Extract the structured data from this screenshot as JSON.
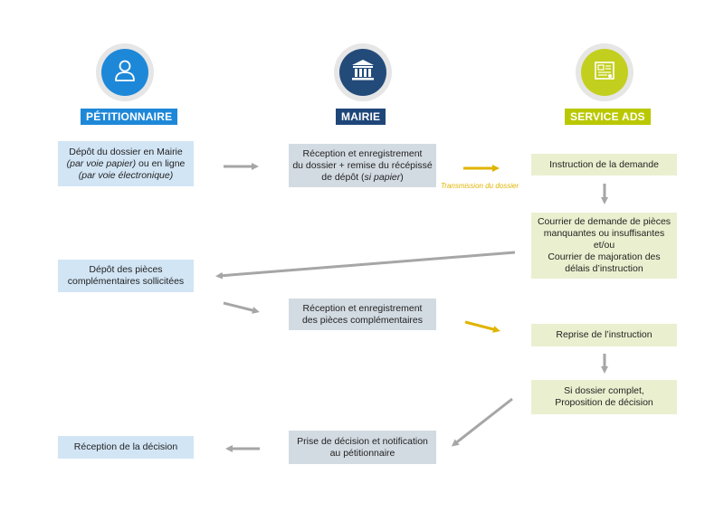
{
  "columns": [
    {
      "label": "PÉTITIONNAIRE",
      "icon": "person-icon",
      "color": "#1e88d8",
      "label_color": "#1e88d8"
    },
    {
      "label": "MAIRIE",
      "icon": "town-hall-icon",
      "color": "#234b7a",
      "label_color": "#1f4679"
    },
    {
      "label": "SERVICE ADS",
      "icon": "blueprint-icon",
      "color": "#c3cf1e",
      "label_color": "#b9c800"
    }
  ],
  "boxes": {
    "depot_dossier": {
      "l1": "Dépôt du dossier en Mairie",
      "l2a": "(par voie papier)",
      "l2b": " ou en ligne",
      "l3": "(par voie électronique)"
    },
    "reception_dossier": {
      "l1": "Réception et enregistrement",
      "l2": "du dossier + remise du récépissé",
      "l3a": "de dépôt (",
      "l3b": "si papier",
      "l3c": ")"
    },
    "instruction": {
      "l1": "Instruction de la demande"
    },
    "courrier": {
      "l1": "Courrier de demande de pièces",
      "l2": "manquantes ou insuffisantes",
      "l3": "et/ou",
      "l4": "Courrier de majoration des",
      "l5": "délais d’instruction"
    },
    "depot_pieces": {
      "l1": "Dépôt des pièces",
      "l2": "complémentaires sollicitées"
    },
    "reception_pieces": {
      "l1": "Réception et enregistrement",
      "l2": "des pièces complémentaires"
    },
    "reprise": {
      "l1": "Reprise de l’instruction"
    },
    "dossier_complet": {
      "l1": "Si dossier complet,",
      "l2": "Proposition de décision"
    },
    "prise_decision": {
      "l1": "Prise de décision et notification",
      "l2": "au pétitionnaire"
    },
    "reception_decision": {
      "l1": "Réception de la décision"
    }
  },
  "transmission_label": "Transmission du dossier",
  "colors": {
    "arrow_grey": "#a6a6a6",
    "arrow_gold": "#e0b400",
    "box_blue": "#d2e5f5",
    "box_grey": "#d3dbe2",
    "box_green": "#eaf0cf"
  }
}
